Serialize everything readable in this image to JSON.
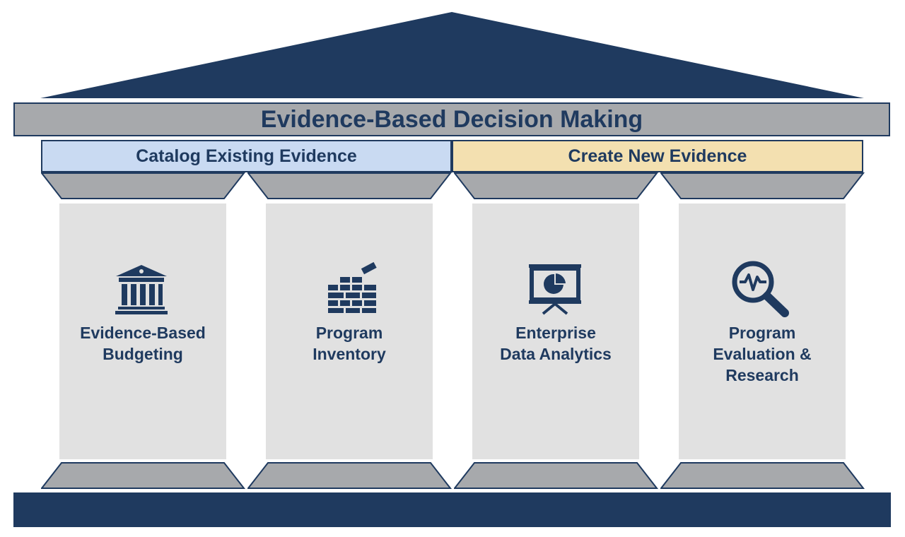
{
  "banner": {
    "title": "Evidence-Based Decision Making"
  },
  "categories": [
    {
      "label": "Catalog Existing Evidence",
      "color": "#c9daf2"
    },
    {
      "label": "Create New Evidence",
      "color": "#f3e0b0"
    }
  ],
  "pillars": [
    {
      "icon": "government-building-icon",
      "lines": [
        "Evidence-Based",
        "Budgeting"
      ]
    },
    {
      "icon": "brick-wall-icon",
      "lines": [
        "Program",
        "Inventory"
      ]
    },
    {
      "icon": "presentation-chart-icon",
      "lines": [
        "Enterprise",
        "Data Analytics"
      ]
    },
    {
      "icon": "magnifier-pulse-icon",
      "lines": [
        "Program",
        "Evaluation &",
        "Research"
      ]
    }
  ],
  "colors": {
    "navy": "#1f3a5f",
    "gray_band": "#a7a9ac",
    "shaft": "#e1e1e1",
    "capital": "#a7a9ac"
  }
}
